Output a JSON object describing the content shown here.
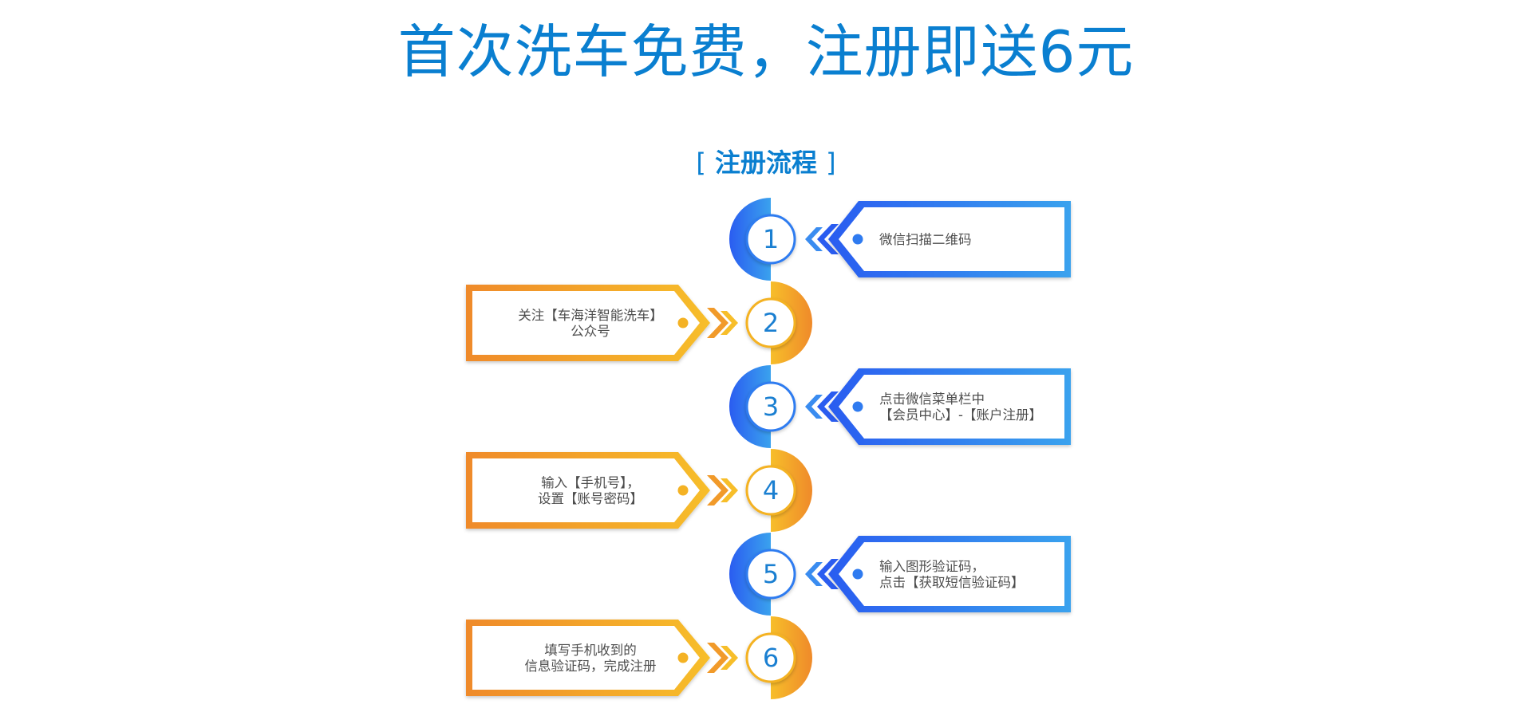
{
  "headline": "首次洗车免费，注册即送6元",
  "section": {
    "bracket_left": "[",
    "title": "注册流程",
    "bracket_right": "]"
  },
  "colors": {
    "headline": "#0a7fd0",
    "blue_dark": "#2a5cf0",
    "blue_light": "#3aa2ee",
    "orange_dark": "#ef8a2a",
    "orange_light": "#f7be2a",
    "number": "#1a7fd1"
  },
  "steps": [
    {
      "number": "1",
      "lines": [
        "微信扫描二维码"
      ],
      "side": "right",
      "color": "blue"
    },
    {
      "number": "2",
      "lines": [
        "关注【车海洋智能洗车】",
        "公众号"
      ],
      "side": "left",
      "color": "orange"
    },
    {
      "number": "3",
      "lines": [
        "点击微信菜单栏中",
        "【会员中心】-【账户注册】"
      ],
      "side": "right",
      "color": "blue"
    },
    {
      "number": "4",
      "lines": [
        "输入【手机号】，",
        "设置【账号密码】"
      ],
      "side": "left",
      "color": "orange"
    },
    {
      "number": "5",
      "lines": [
        "输入图形验证码，",
        "点击【获取短信验证码】"
      ],
      "side": "right",
      "color": "blue"
    },
    {
      "number": "6",
      "lines": [
        "填写手机收到的",
        "信息验证码，完成注册"
      ],
      "side": "left",
      "color": "orange"
    }
  ]
}
